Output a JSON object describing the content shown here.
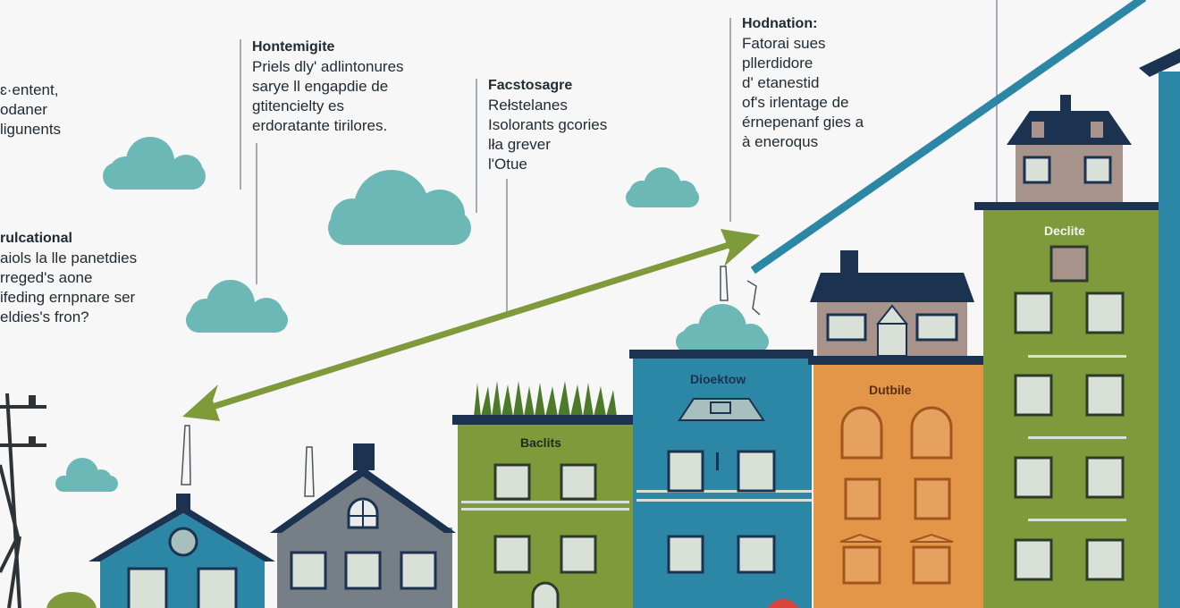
{
  "colors": {
    "background": "#f6f7f6",
    "cloud": "#6cb8b6",
    "arrow": "#7f9a3a",
    "trend_line": "#2c86a6",
    "navy_roof": "#1b3250",
    "green_building": "#7f9a3a",
    "blue_building": "#2c86a6",
    "orange_building": "#e39548",
    "grey_building": "#767e86"
  },
  "annotations": [
    {
      "heading": "",
      "lines": [
        "ɛ·entent,",
        "odaner",
        "ligunents"
      ]
    },
    {
      "heading": "Hontemigite",
      "lines": [
        "Priels dly' adlintonures",
        "sarye ll engapdie de",
        "gtitencielty es",
        "erdoratante tirilores."
      ]
    },
    {
      "heading": "Facstosagre",
      "lines": [
        "Rełstelanes",
        "Isolorants gcories",
        "lła grever",
        "l'Otue"
      ]
    },
    {
      "heading": "Hodnation:",
      "lines": [
        "Fatorai sues",
        "pllerdidore",
        "d' etanestid",
        "of's irlentage de",
        "érnepenanf gies a",
        "à eneroqus"
      ]
    },
    {
      "heading": "rulcational",
      "lines": [
        "aiols la lle panetdies",
        "rreged's aone",
        "ifeding ernpnare ser",
        "eldies's fron?"
      ]
    }
  ],
  "building_labels": {
    "green_left": "Baclits",
    "blue": "Dioektow",
    "orange": "Dutbile",
    "green_tall": "Declite"
  }
}
